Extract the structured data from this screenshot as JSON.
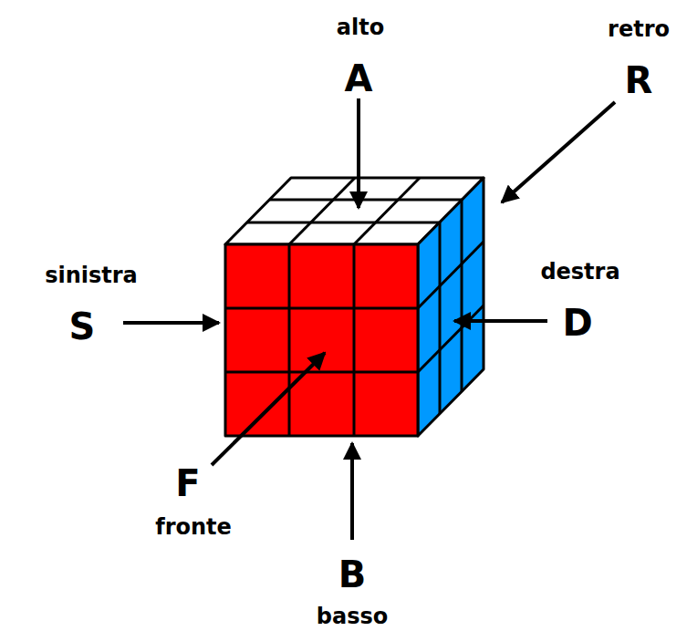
{
  "diagram": {
    "labels": [
      "alto",
      "A",
      "retro",
      "R",
      "sinistra",
      "S",
      "destra",
      "D",
      "F",
      "fronte",
      "B",
      "basso"
    ]
  }
}
